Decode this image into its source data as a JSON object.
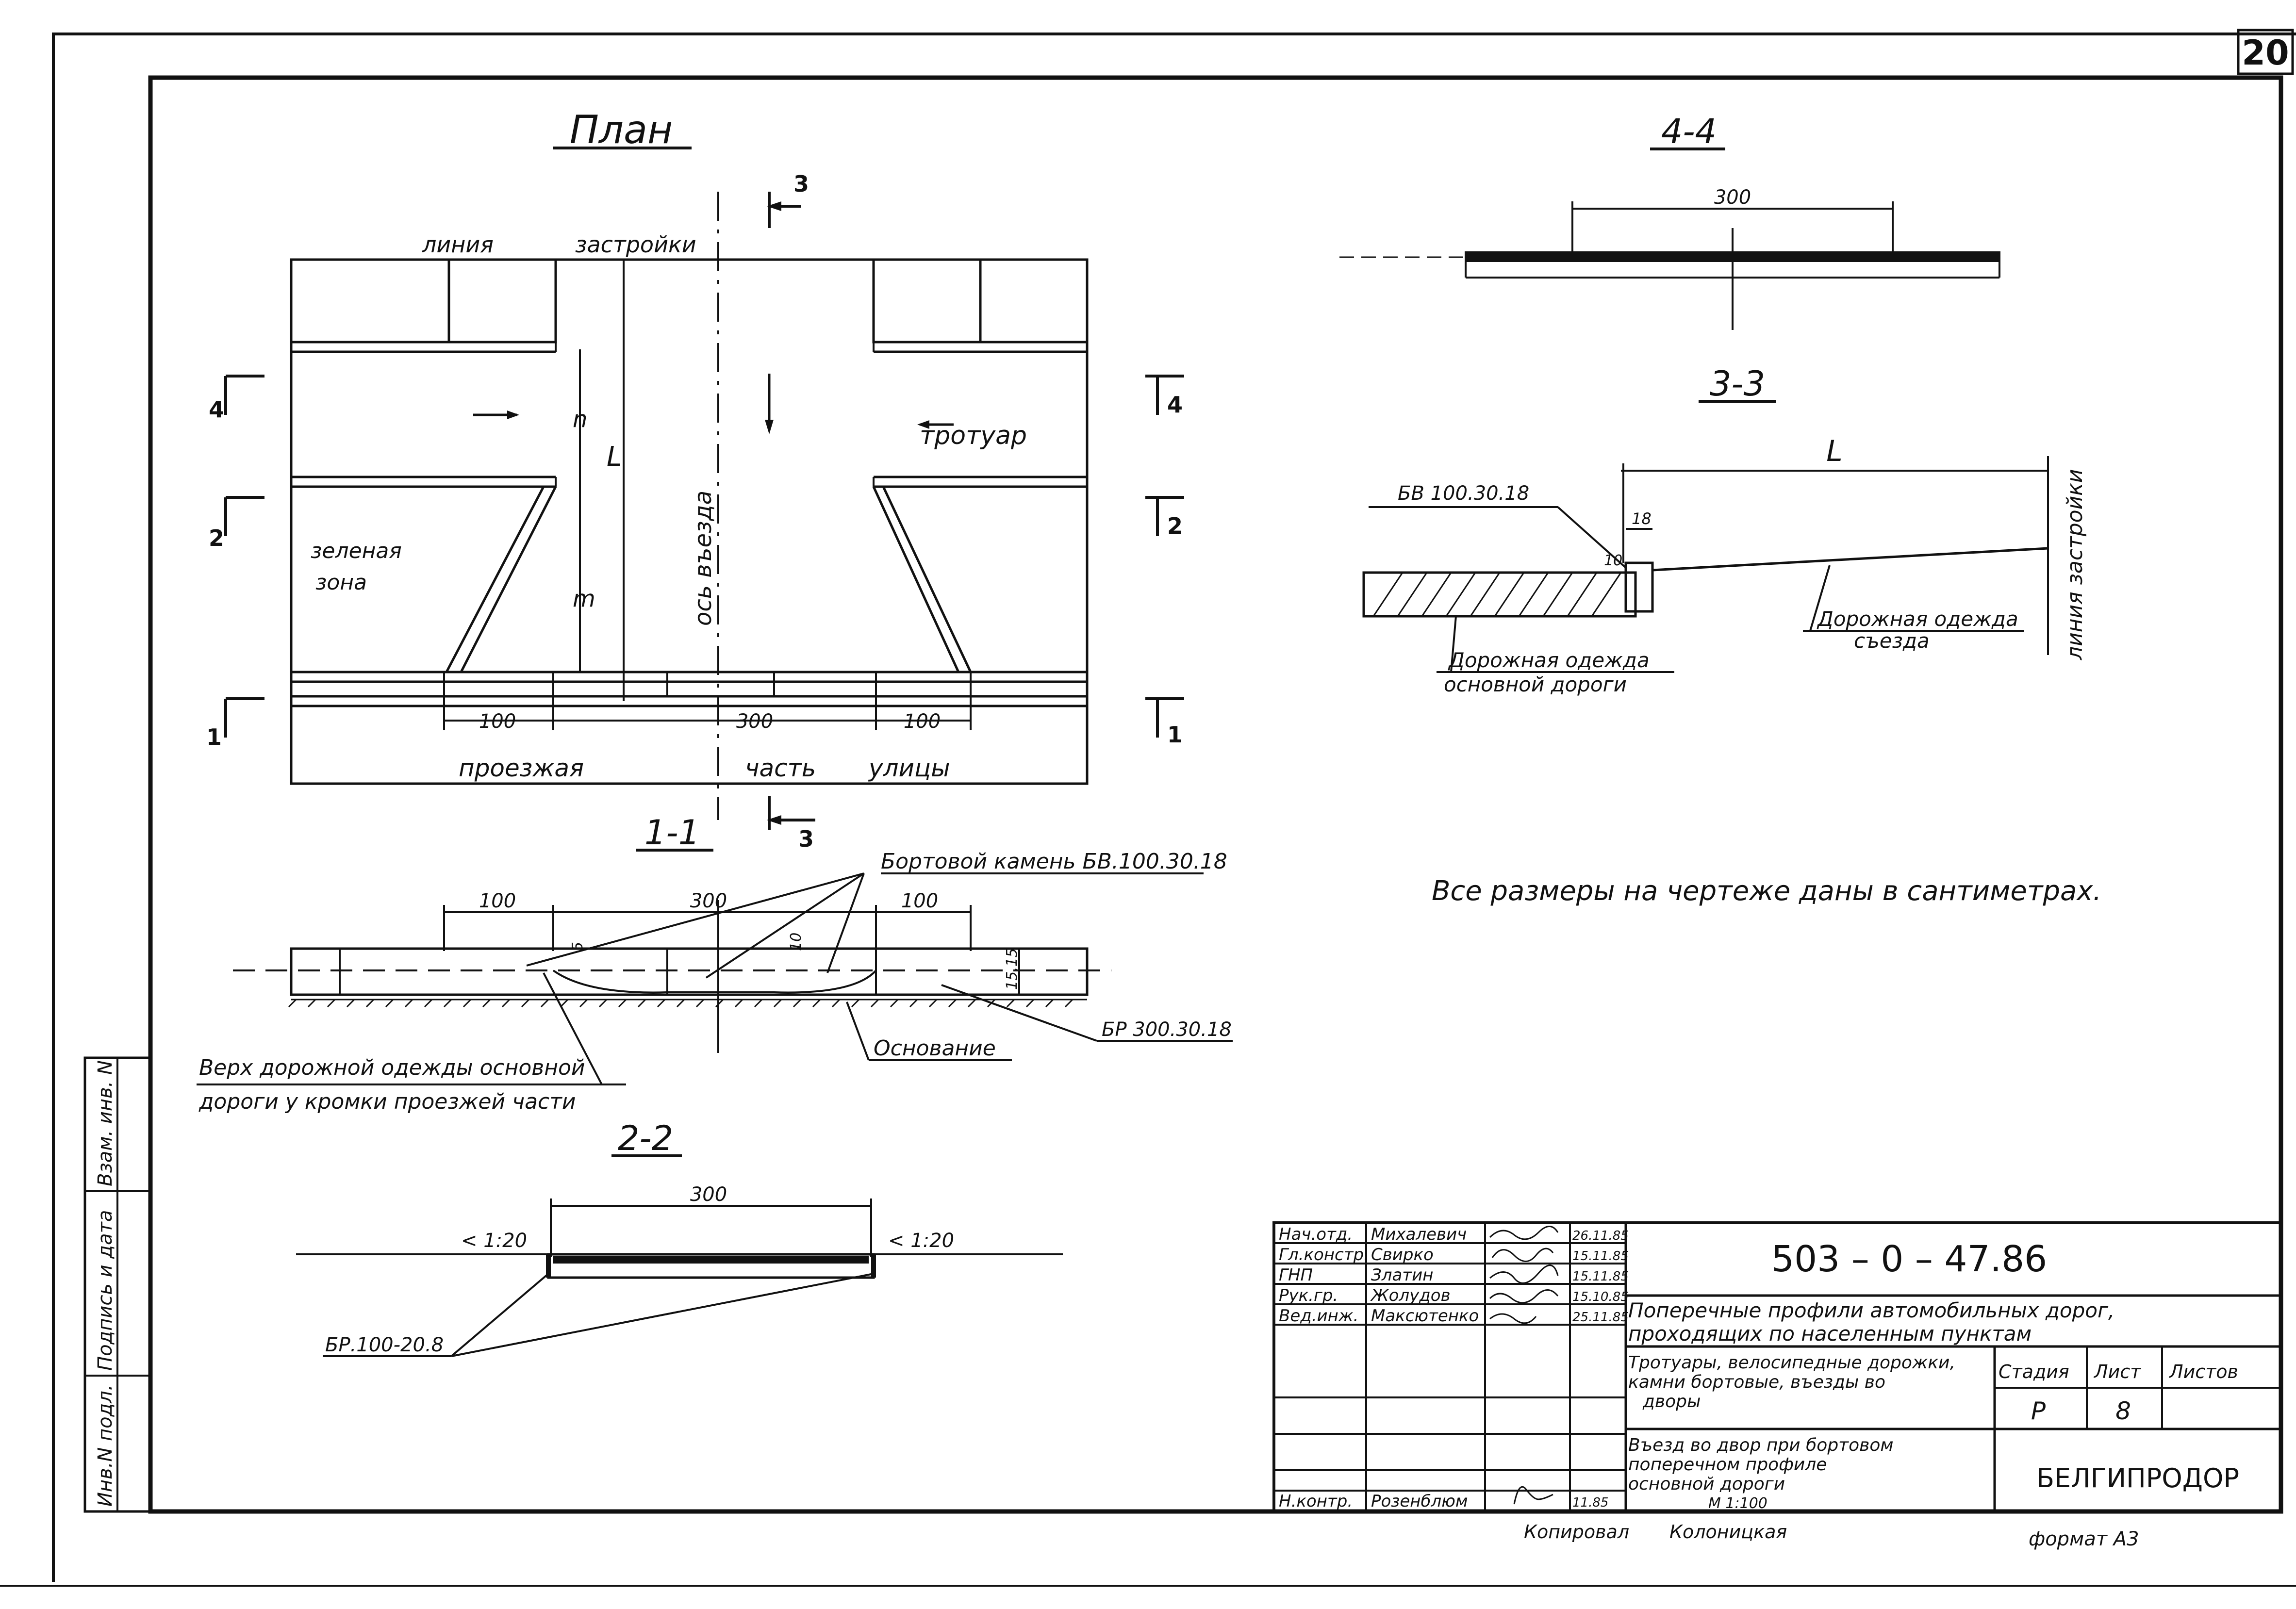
{
  "sheet_number": "20",
  "views": {
    "plan": {
      "title": "План",
      "label_building_line": "линия",
      "label_building_line2": "застройки",
      "label_sidewalk": "тротуар",
      "label_green": "зеленая",
      "label_green2": "зона",
      "label_axis": "ось въезда",
      "label_n": "n",
      "label_m": "m",
      "label_L": "L",
      "label_roadway1": "проезжая",
      "label_roadway2": "часть",
      "label_roadway3": "улицы",
      "dim_left": "100",
      "dim_mid": "300",
      "dim_right": "100",
      "mark_4": "4",
      "mark_2": "2",
      "mark_1": "1",
      "mark_3": "3"
    },
    "section_1_1": {
      "title": "1-1",
      "dim_left": "100",
      "dim_mid": "300",
      "dim_right": "100",
      "dim_a": "5",
      "dim_b": "10",
      "dim_c": "15.15",
      "callout_curb": "Бортовой камень БВ.100.30.18",
      "callout_br": "БР 300.30.18",
      "callout_base": "Основание",
      "callout_top1": "Верх дорожной одежды основной",
      "callout_top2": "дороги у кромки проезжей части"
    },
    "section_2_2": {
      "title": "2-2",
      "dim": "300",
      "slope_left": "< 1:20",
      "slope_right": "< 1:20",
      "callout": "БР.100-20.8"
    },
    "section_4_4": {
      "title": "4-4",
      "dim": "300"
    },
    "section_3_3": {
      "title": "3-3",
      "label_L": "L",
      "callout_curb": "БВ 100.30.18",
      "dim_18": "18",
      "dim_10": "10",
      "label_main1": "Дорожная одежда",
      "label_main2": "основной дороги",
      "label_entry1": "Дорожная одежда",
      "label_entry2": "съезда",
      "label_building": "линия застройки"
    }
  },
  "note": "Все размеры на чертеже даны в сантиметрах.",
  "side_stamp": [
    "Инв.N подл.",
    "Подпись и дата",
    "Взам. инв. N"
  ],
  "title_block": {
    "roles": [
      "Нач.отд.",
      "Гл.констр.",
      "ГНП",
      "Рук.гр.",
      "Вед.инж.",
      "",
      "",
      "",
      "",
      "Н.контр."
    ],
    "names": [
      "Михалевич",
      "Свирко",
      "Златин",
      "Жолудов",
      "Максютенко",
      "",
      "",
      "",
      "",
      "Розенблюм"
    ],
    "dates": [
      "26.11.85",
      "15.11.85",
      "15.11.85",
      "15.10.85",
      "25.11.85",
      "",
      "",
      "",
      "",
      "11.85"
    ],
    "code": "503 – 0 – 47.86",
    "title1": "Поперечные профили автомобильных дорог,",
    "title2": "проходящих по населенным пунктам",
    "sub1": "Тротуары, велосипедные дорожки,",
    "sub2": "камни бортовые, въезды во",
    "sub3": "дворы",
    "sheet_title1": "Въезд во двор при бортовом",
    "sheet_title2": "поперечном профиле",
    "sheet_title3": "основной дороги",
    "scale": "М 1:100",
    "stage_label": "Стадия",
    "sheet_label": "Лист",
    "sheets_label": "Листов",
    "stage": "Р",
    "sheet": "8",
    "sheets": "",
    "org": "БЕЛГИПРОДОР"
  },
  "footer": {
    "copied_by": "Копировал",
    "copier": "Колоницкая",
    "format": "формат А3"
  }
}
